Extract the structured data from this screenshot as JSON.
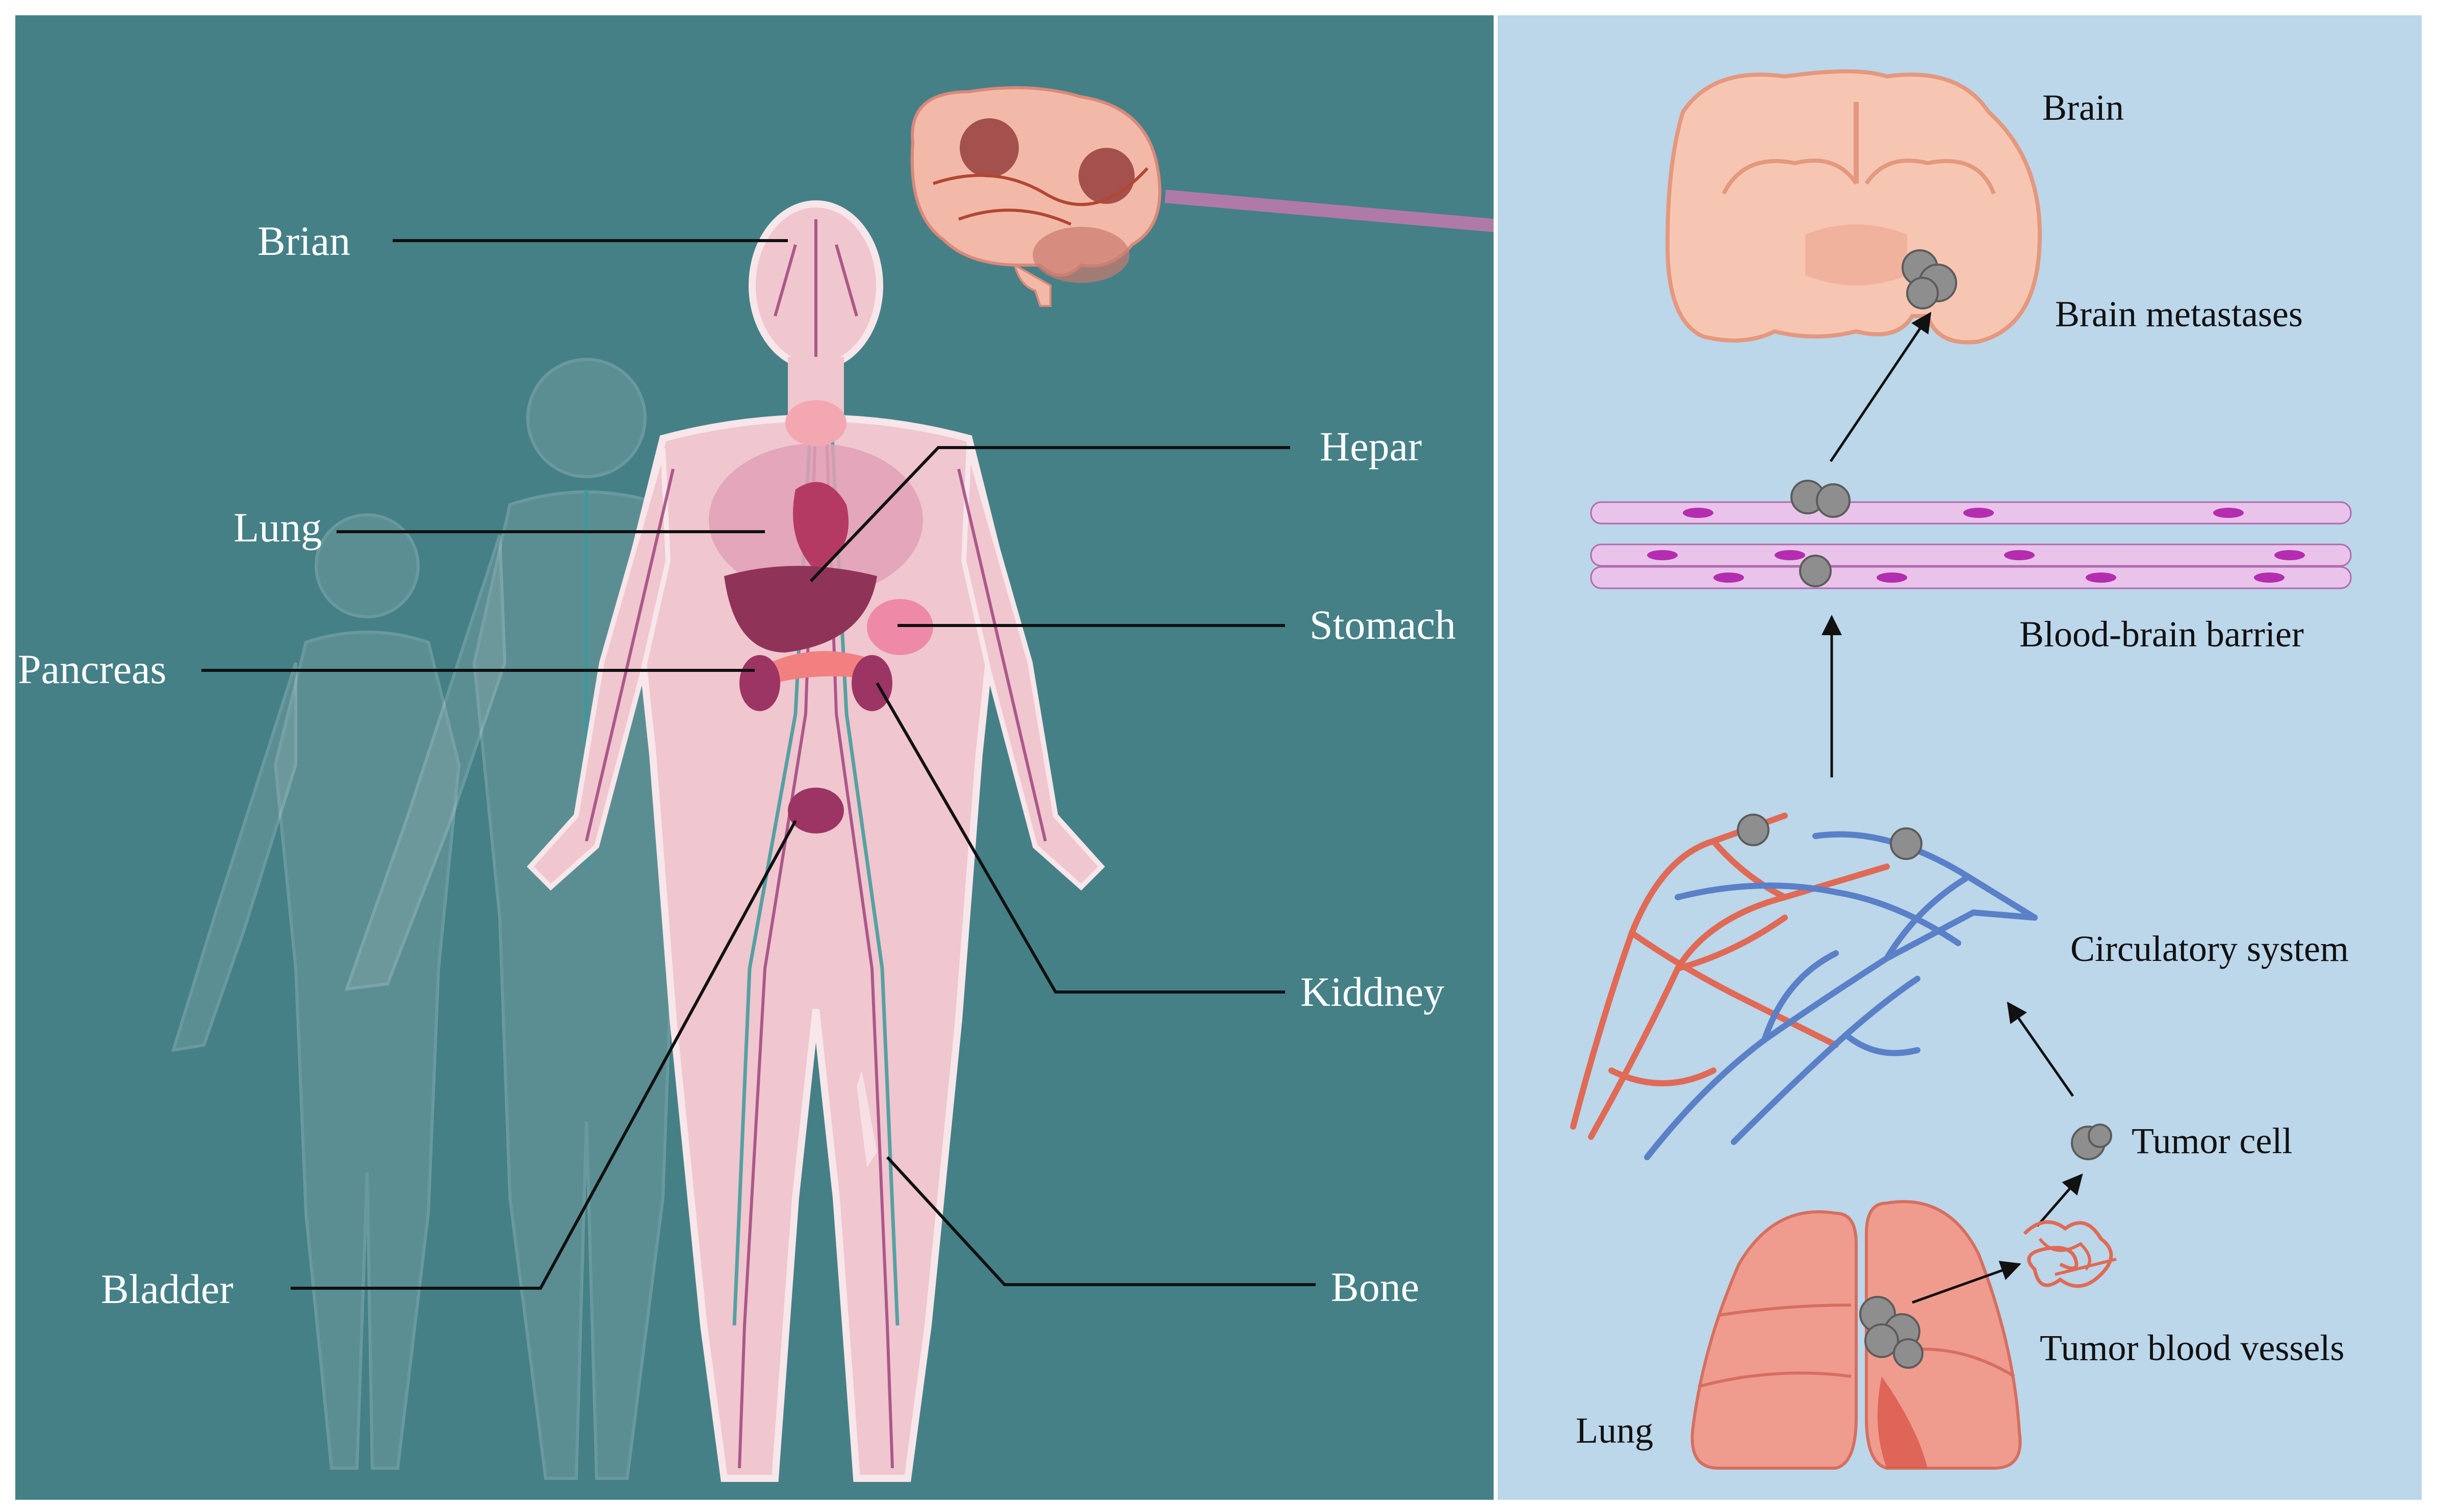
{
  "left_panel": {
    "background": "#458087",
    "labels": {
      "brian": "Brian",
      "lung": "Lung",
      "pancreas": "Pancreas",
      "bladder": "Bladder",
      "hepar": "Hepar",
      "stomach": "Stomach",
      "kiddney": "Kiddney",
      "bone": "Bone"
    }
  },
  "right_panel": {
    "background": "#bcd6ea",
    "labels": {
      "brain": "Brain",
      "brain_metastases": "Brain metastases",
      "blood_brain_barrier": "Blood-brain barrier",
      "circulatory_system": "Circulatory system",
      "tumor_cell": "Tumor cell",
      "tumor_blood_vessels": "Tumor blood vessels",
      "lung": "Lung"
    }
  },
  "colors": {
    "connector_arrow": "#b07aa8",
    "artery": "#e06a55",
    "vein": "#5a80c8",
    "tumor": "#8e8e8e",
    "body": "#f0c6cf",
    "brain": "#f3b9a8",
    "lung": "#e98b7e"
  }
}
